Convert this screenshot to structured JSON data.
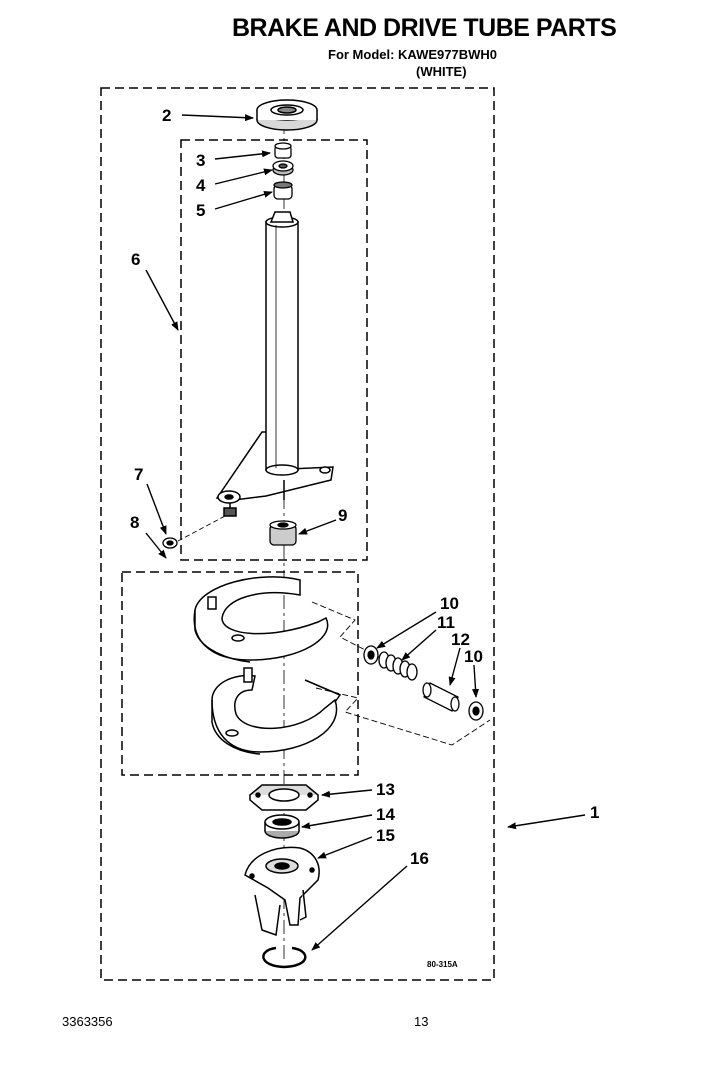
{
  "header": {
    "title": "BRAKE AND DRIVE TUBE PARTS",
    "model_line": "For Model: KAWE977BWH0",
    "color_line": "(WHITE)"
  },
  "diagram": {
    "drawing_code": "80-315A",
    "callouts": [
      "2",
      "3",
      "4",
      "5",
      "6",
      "7",
      "8",
      "9",
      "10",
      "11",
      "12",
      "10",
      "13",
      "14",
      "15",
      "16",
      "1"
    ]
  },
  "footer": {
    "document_number": "3363356",
    "page_number": "13"
  }
}
